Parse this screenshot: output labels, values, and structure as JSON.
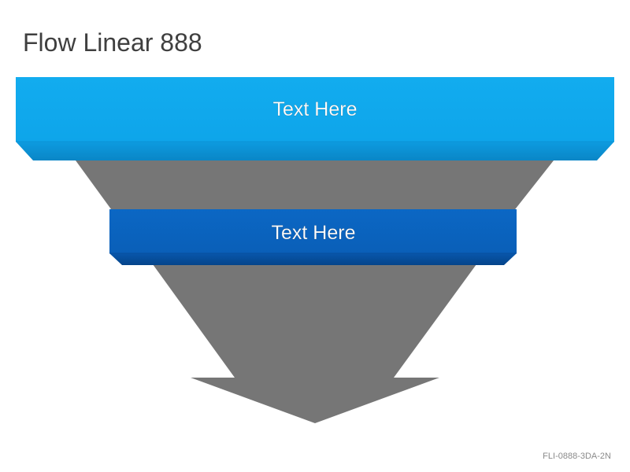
{
  "slide": {
    "title": "Flow Linear 888",
    "code": "FLI-0888-3DA-2N"
  },
  "stages": [
    {
      "label": "Text Here",
      "color": "#10aaee",
      "shade": "#0a8fd0"
    },
    {
      "label": "Text Here",
      "color": "#0a64c0",
      "shade": "#064a94"
    }
  ],
  "colors": {
    "funnel_body": "#767676",
    "title_text": "#3f3f3f",
    "code_text": "#8a8a8a"
  }
}
